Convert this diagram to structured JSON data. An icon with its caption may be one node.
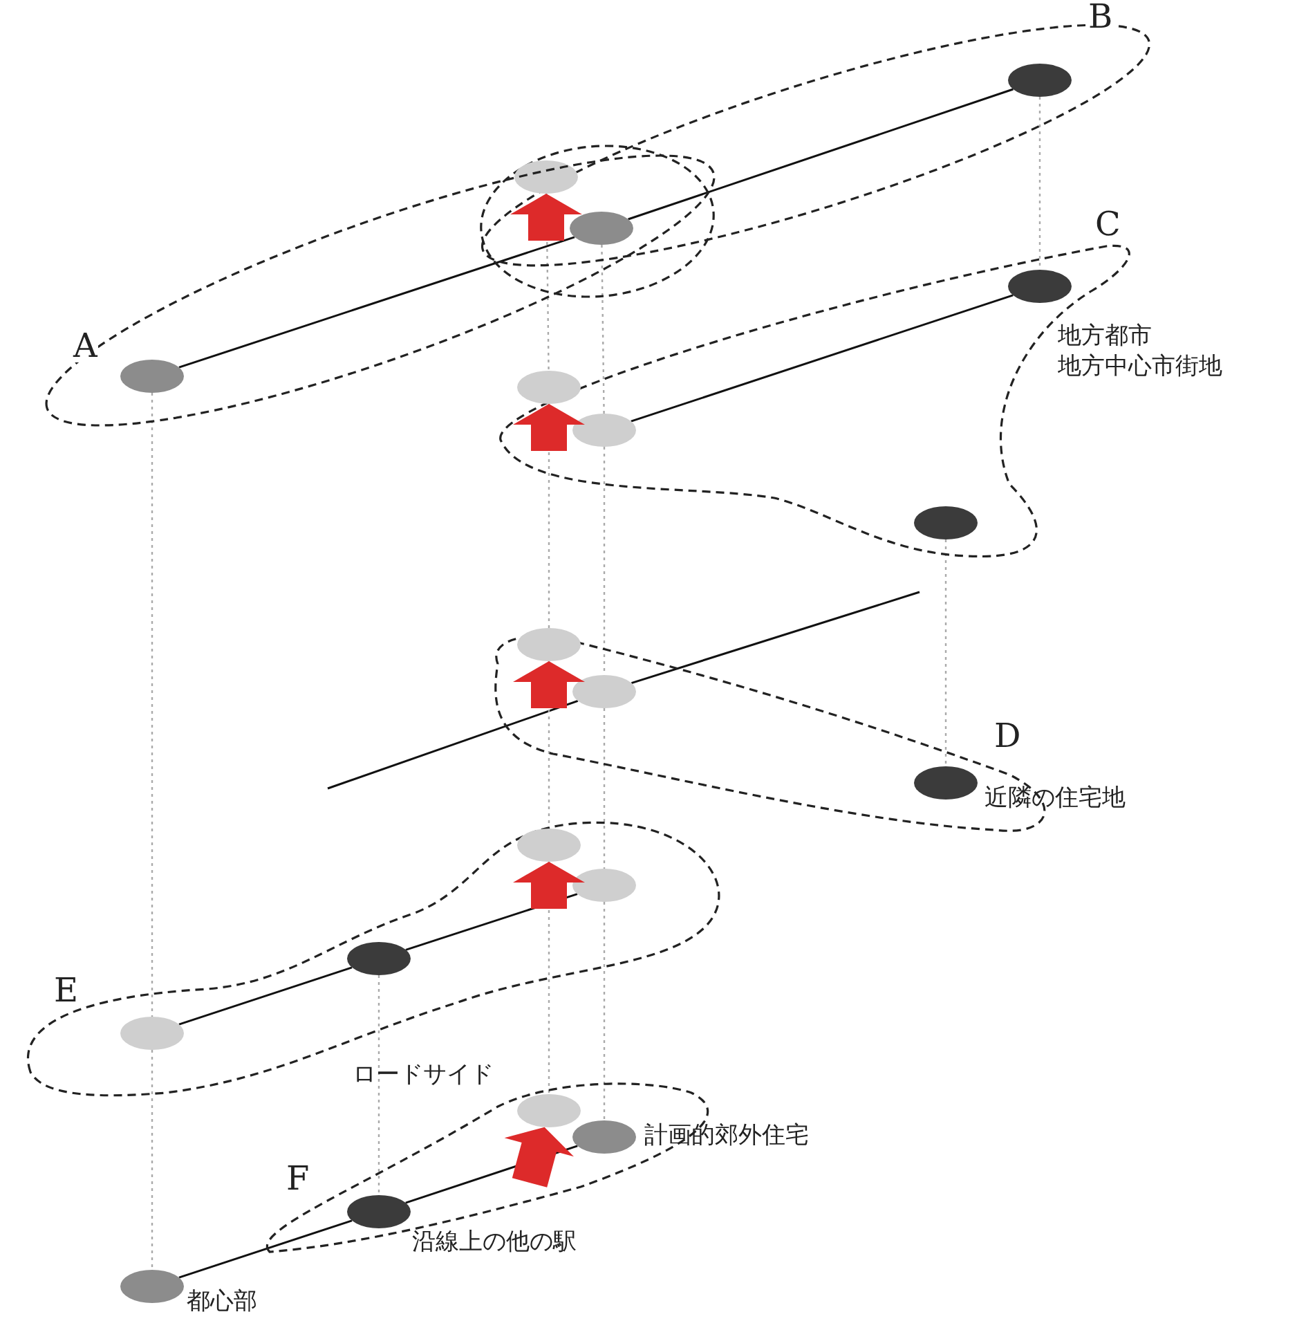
{
  "diagram": {
    "nodes": [
      {
        "text": [
          "B"
        ]
      },
      {
        "text": [],
        "shape": "ellipse",
        "in": 0
      },
      {
        "text": [],
        "shape": "circle"
      },
      {
        "text": [],
        "shape": "ellipse",
        "in": 2
      },
      {
        "text": [],
        "shape": "ellipse"
      },
      {
        "text": [
          "C"
        ]
      },
      {
        "text": [],
        "shape": "ellipse",
        "in": 5,
        "beside": [
          "地方都市地方中心市街地"
        ]
      },
      {
        "text": [
          "A"
        ]
      },
      {
        "text": [],
        "shape": "ellipse",
        "in": 7
      },
      {
        "text": [],
        "shape": "ellipse",
        "in": 5
      },
      {
        "text": [],
        "shape": "ellipse",
        "in": 5
      },
      {
        "text": [],
        "shape": "ellipse",
        "in": 5
      },
      {
        "text": [
          "D"
        ]
      },
      {
        "text": [],
        "shape": "ellipse",
        "in": 12
      },
      {
        "text": [],
        "shape": "ellipse",
        "in": 12
      },
      {
        "text": [],
        "shape": "ellipse",
        "in": 12,
        "beside": [
          "近隣の住宅地"
        ]
      },
      {
        "text": [
          "E"
        ]
      },
      {
        "text": [],
        "shape": "ellipse",
        "in": 16
      },
      {
        "text": [],
        "shape": "ellipse",
        "in": 16
      },
      {
        "text": [],
        "shape": "ellipse",
        "in": 16
      },
      {
        "text": [],
        "shape": "ellipse",
        "in": 16
      },
      {
        "text": [
          "F"
        ]
      },
      {
        "text": [],
        "shape": "ellipse",
        "in": 21,
        "beside": [
          "ロードサイド"
        ]
      },
      {
        "text": [],
        "shape": "ellipse",
        "in": 21,
        "beside": [
          "計画的郊外住宅"
        ]
      },
      {
        "text": [],
        "shape": "ellipse",
        "in": 21,
        "beside": [
          "沿線上の他の駅"
        ]
      },
      {
        "text": [],
        "shape": "ellipse",
        "beside": [
          "都心部"
        ]
      }
    ],
    "edges": [
      {
        "from": 8,
        "to": 4,
        "arrow": "none",
        "color": "#111111"
      },
      {
        "from": 4,
        "to": 1,
        "arrow": "none",
        "color": "#111111"
      },
      {
        "from": 10,
        "to": 6,
        "arrow": "none",
        "color": "#111111"
      },
      {
        "from": null,
        "to": 14,
        "arrow": "none",
        "color": "#111111"
      },
      {
        "from": 14,
        "to": null,
        "arrow": "none",
        "color": "#111111"
      },
      {
        "from": 20,
        "to": 19,
        "arrow": "none",
        "color": "#111111"
      },
      {
        "from": 19,
        "to": 18,
        "arrow": "none",
        "color": "#111111"
      },
      {
        "from": 25,
        "to": 24,
        "arrow": "none",
        "color": "#111111"
      },
      {
        "from": 24,
        "to": 23,
        "arrow": "none",
        "color": "#111111"
      },
      {
        "from": 8,
        "to": 20,
        "arrow": "none",
        "style": "dashed"
      },
      {
        "from": 20,
        "to": 25,
        "arrow": "none",
        "style": "dashed"
      },
      {
        "from": 3,
        "to": 9,
        "arrow": "none",
        "style": "dashed"
      },
      {
        "from": 9,
        "to": 13,
        "arrow": "none",
        "style": "dashed"
      },
      {
        "from": 13,
        "to": 17,
        "arrow": "none",
        "style": "dashed"
      },
      {
        "from": 17,
        "to": 22,
        "arrow": "none",
        "style": "dashed"
      },
      {
        "from": 4,
        "to": 10,
        "arrow": "none",
        "style": "dashed"
      },
      {
        "from": 10,
        "to": 14,
        "arrow": "none",
        "style": "dashed"
      },
      {
        "from": 14,
        "to": 18,
        "arrow": "none",
        "style": "dashed"
      },
      {
        "from": 18,
        "to": 23,
        "arrow": "none",
        "style": "dashed"
      },
      {
        "from": 1,
        "to": 6,
        "arrow": "none",
        "style": "dashed"
      },
      {
        "from": 11,
        "to": 15,
        "arrow": "none",
        "style": "dashed"
      },
      {
        "from": 19,
        "to": 24,
        "arrow": "none",
        "style": "dashed"
      },
      {
        "from": null,
        "to": 3,
        "arrow": "to",
        "style": "thick",
        "color": "#dd2a2a"
      },
      {
        "from": null,
        "to": 9,
        "arrow": "to",
        "style": "thick",
        "color": "#dd2a2a"
      },
      {
        "from": null,
        "to": 13,
        "arrow": "to",
        "style": "thick",
        "color": "#dd2a2a"
      },
      {
        "from": null,
        "to": 17,
        "arrow": "to",
        "style": "thick",
        "color": "#dd2a2a"
      },
      {
        "from": null,
        "to": 22,
        "arrow": "to",
        "style": "thick",
        "color": "#dd2a2a"
      }
    ]
  }
}
